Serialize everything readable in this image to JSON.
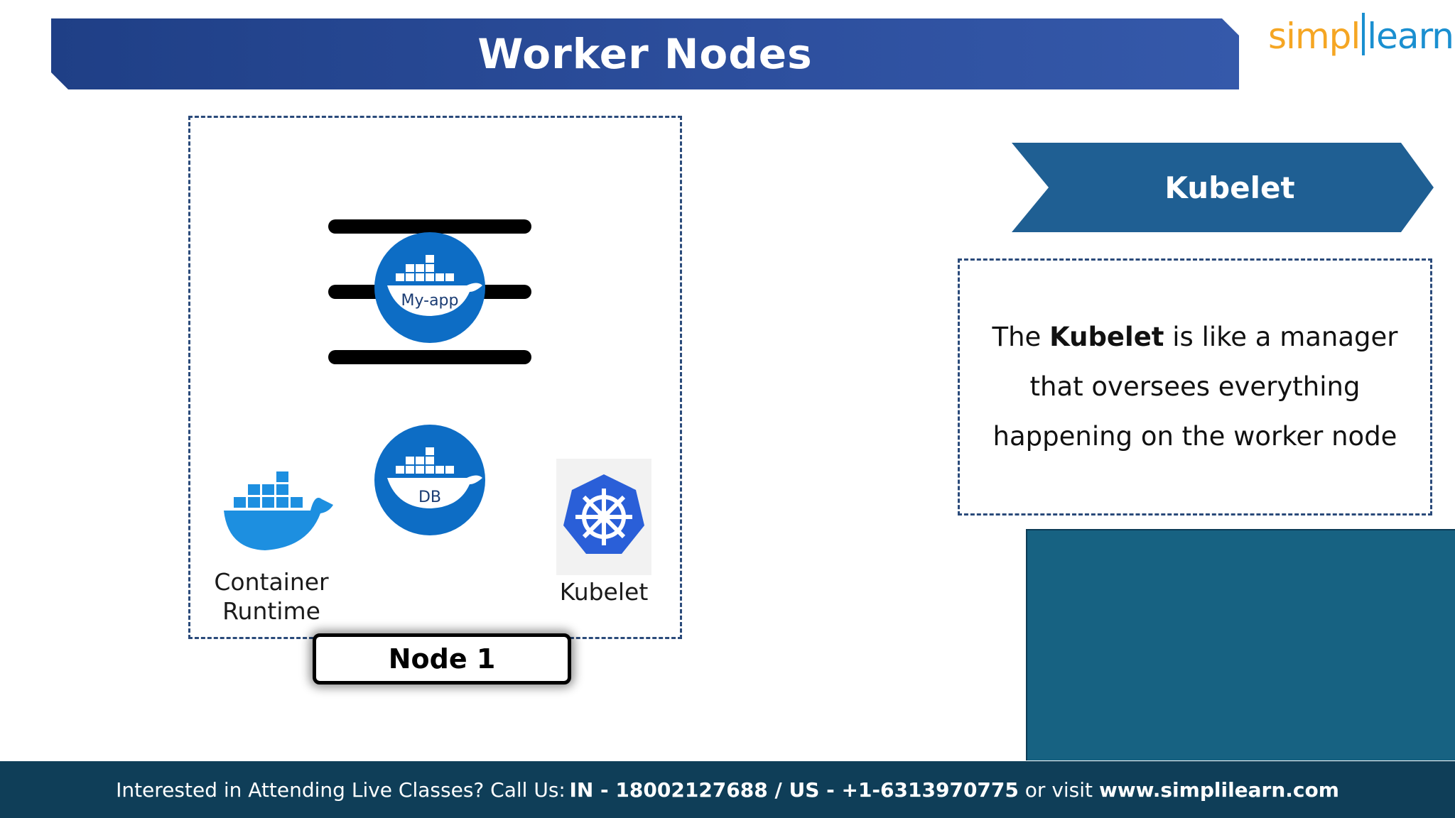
{
  "header": {
    "title": "Worker Nodes",
    "logo_part1": "simpl",
    "logo_part2": "learn"
  },
  "diagram": {
    "pod_app_label": "My-app",
    "pod_db_label": "DB",
    "container_runtime_label_line1": "Container",
    "container_runtime_label_line2": "Runtime",
    "kubelet_label": "Kubelet",
    "node_label": "Node 1"
  },
  "side_panel": {
    "banner_title": "Kubelet",
    "description_prefix": "The ",
    "description_bold": "Kubelet",
    "description_suffix": " is like a manager that oversees everything happening on the worker node"
  },
  "footer": {
    "text_prefix": "Interested in Attending Live Classes? Call Us: ",
    "in_label": "IN - 18002127688",
    "separator": " / ",
    "us_label": "US - +1-6313970775",
    "middle": " or visit ",
    "website": "www.simplilearn.com"
  },
  "colors": {
    "title_banner": "#2d4f9e",
    "docker_blue": "#0d6dc5",
    "kubernetes_blue": "#326ce5",
    "kubelet_banner": "#1f5f93",
    "teal_panel": "#176282",
    "footer_bg": "#0f3e58"
  }
}
